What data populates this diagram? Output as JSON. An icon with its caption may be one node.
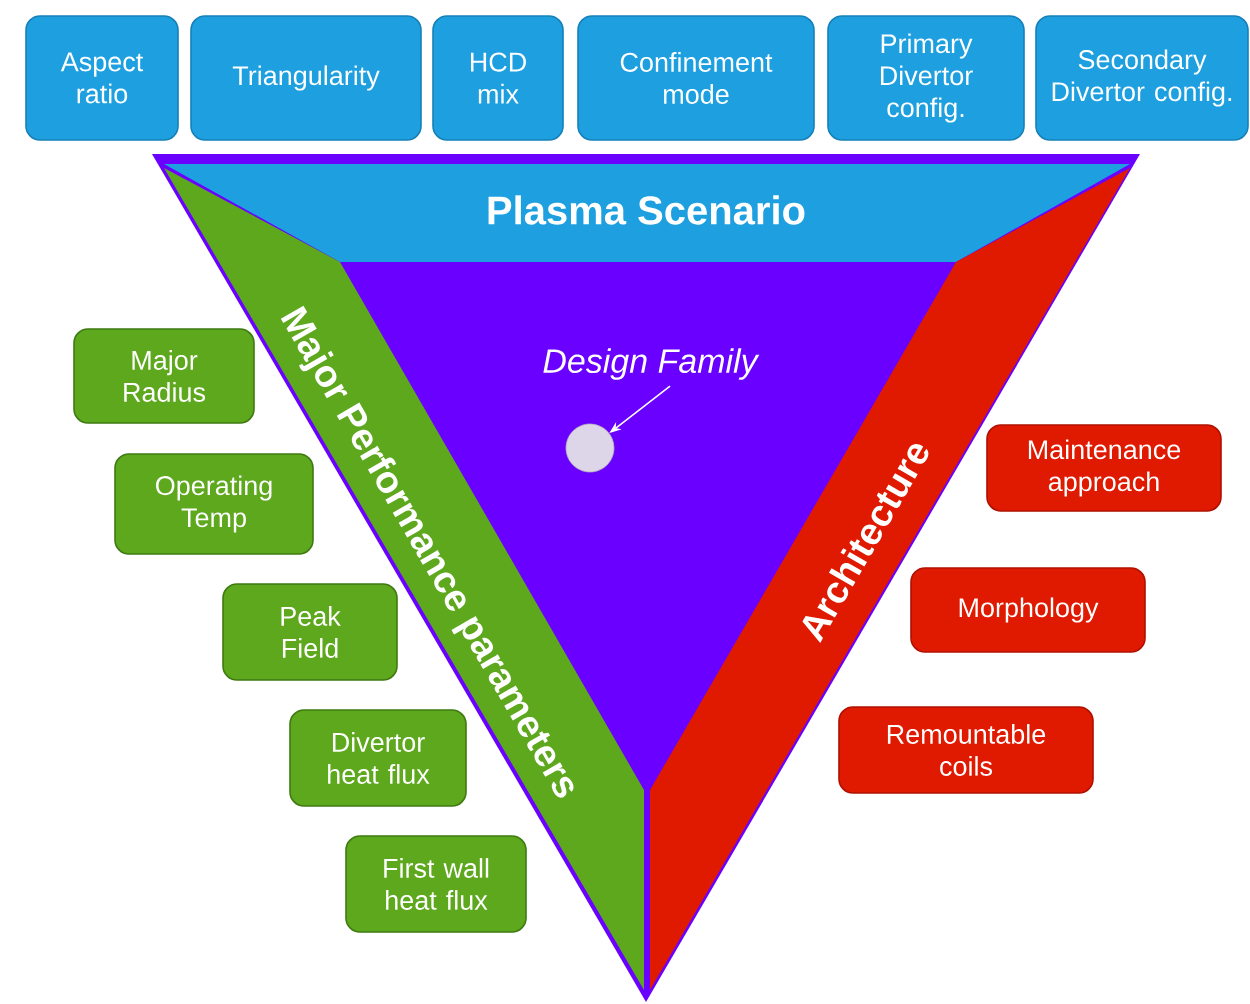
{
  "diagram": {
    "nodes": [
      {
        "text": [
          "Aspect ratio"
        ]
      },
      {
        "text": [
          "Triangularity"
        ]
      },
      {
        "text": [
          "HCD mix"
        ]
      },
      {
        "text": [
          "Confinement mode"
        ]
      },
      {
        "text": [
          "Primary Divertor config."
        ]
      },
      {
        "text": [
          "Secondary Divertor config."
        ]
      },
      {
        "text": [
          "Plasma Scenario"
        ]
      },
      {
        "text": [
          "Major Performance parameters"
        ]
      },
      {
        "text": [
          "Design Family"
        ]
      },
      {
        "text": [],
        "shape": "circle"
      },
      {
        "text": [
          "Architecture"
        ]
      },
      {
        "text": [
          "Major Radius"
        ]
      },
      {
        "text": [
          "Operating Temp"
        ]
      },
      {
        "text": [
          "Peak Field"
        ]
      },
      {
        "text": [
          "Divertor heat flux"
        ]
      },
      {
        "text": [
          "First wall heat flux"
        ]
      },
      {
        "text": [
          "Maintenance approach"
        ]
      },
      {
        "text": [
          "Morphology"
        ]
      },
      {
        "text": [
          "Remountable coils"
        ]
      }
    ],
    "edges": [
      {
        "from": 8,
        "to": 9,
        "arrow": "to",
        "color": "#ffffff"
      }
    ]
  }
}
